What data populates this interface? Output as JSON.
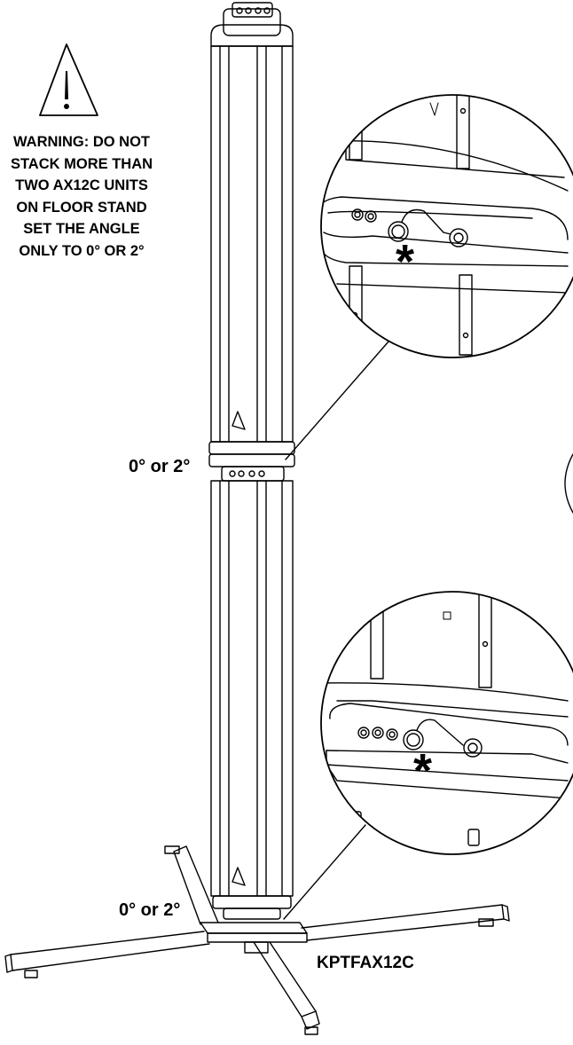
{
  "warning": {
    "lines": [
      "WARNING: DO NOT",
      "STACK MORE THAN",
      "TWO AX12C UNITS",
      "ON FLOOR STAND",
      "SET THE ANGLE",
      "ONLY TO 0° OR 2°"
    ],
    "icon": "warning-triangle-icon"
  },
  "labels": {
    "angle_top": "0° or 2°",
    "angle_bottom": "0° or 2°",
    "model": "KPTFAX12C"
  },
  "detail_marker": "*",
  "colors": {
    "line": "#000000",
    "background": "#ffffff"
  }
}
